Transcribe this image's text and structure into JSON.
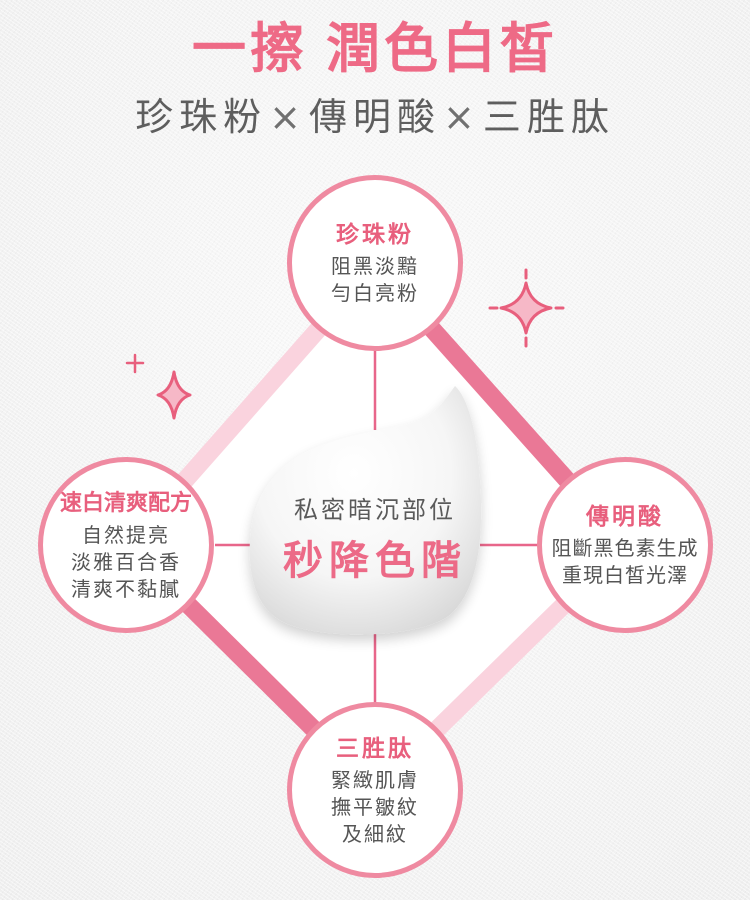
{
  "header": {
    "headline_part1": "一擦",
    "headline_part2": "潤色白皙",
    "ingredients": [
      "珍珠粉",
      "傳明酸",
      "三胜肽"
    ],
    "separator": "×"
  },
  "center": {
    "subtitle": "私密暗沉部位",
    "title": "秒降色階"
  },
  "features": {
    "top": {
      "title": "珍珠粉",
      "lines": [
        "阻黑淡黯",
        "勻白亮粉"
      ]
    },
    "left": {
      "title": "速白清爽配方",
      "lines": [
        "自然提亮",
        "淡雅百合香",
        "清爽不黏膩"
      ]
    },
    "right": {
      "title": "傳明酸",
      "lines": [
        "阻斷黑色素生成",
        "重現白皙光澤"
      ]
    },
    "bottom": {
      "title": "三胜肽",
      "lines": [
        "緊緻肌膚",
        "撫平皺紋",
        "及細紋"
      ]
    }
  },
  "colors": {
    "accent": "#ee6a86",
    "accent_dark": "#e8668a",
    "accent_light": "#fad3de",
    "circle_border": "#ef8aa1",
    "text_gray": "#555555"
  },
  "decorations": [
    "sparkle-icon",
    "sparkle-icon",
    "plus-sparkle-icon"
  ]
}
